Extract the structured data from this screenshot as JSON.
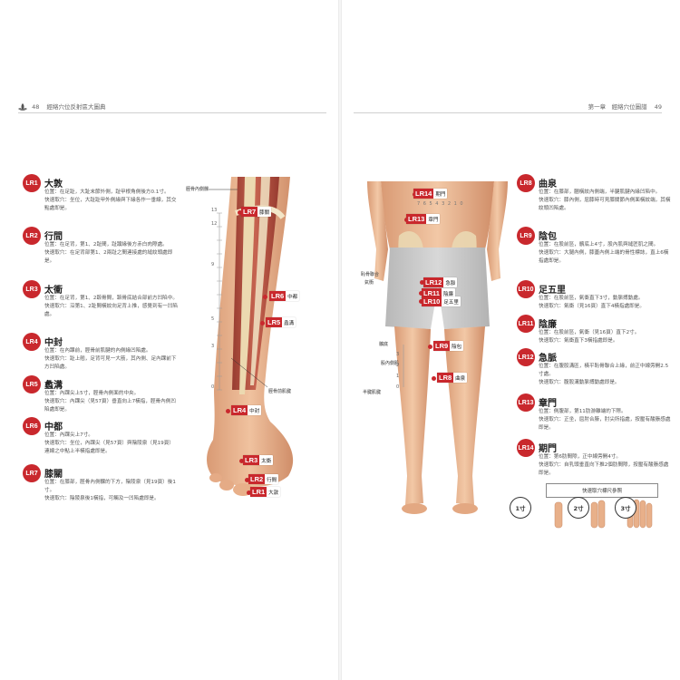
{
  "header": {
    "left_page_number": "48",
    "left_title": "經絡穴位反射區大圖典",
    "right_chapter": "第一章　經絡穴位圖譜",
    "right_page_number": "49"
  },
  "left_entries": [
    {
      "code": "LR1",
      "name": "大敦",
      "desc": "位置：在足趾，大趾末節外側，趾甲根角側後方0.1寸。\n快速取穴：坐位，大趾趾甲外側緣與下緣各作一垂線，其交點處即是。"
    },
    {
      "code": "LR2",
      "name": "行間",
      "desc": "位置：在足背，第1、2趾間，趾蹼緣後方赤白肉際處。\n快速取穴：在足背部第1、2兩趾之間連接處的縫紋頭處即是。"
    },
    {
      "code": "LR3",
      "name": "太衝",
      "desc": "位置：在足背，第1、2蹠骨間，蹠骨底結合部前方凹陷中。\n快速取穴：沿第1、2趾間橫紋向足背上推，感覺到有一凹陷處。"
    },
    {
      "code": "LR4",
      "name": "中封",
      "desc": "位置：在內踝前，脛骨前肌腱的內側緣凹陷處。\n快速取穴：趾上翹，足背可見一大筋，其內側、足內踝前下方凹陷處。"
    },
    {
      "code": "LR5",
      "name": "蠡溝",
      "desc": "位置：內踝尖上5寸，脛骨內側面的中央。\n快速取穴：內踝尖（見57頁）垂直向上7橫指，脛骨內側凹陷處即是。"
    },
    {
      "code": "LR6",
      "name": "中都",
      "desc": "位置：內踝尖上7寸。\n快速取穴：坐位，內踝尖（見57頁）與陰陵泉（見19頁）連線之中點上半橫指處即是。"
    },
    {
      "code": "LR7",
      "name": "膝關",
      "desc": "位置：在膝部，脛骨內側髁的下方，陰陵泉（見19頁）後1寸。\n快速取穴：陰陵泉後1橫指，可觸及一凹陷處即是。"
    }
  ],
  "right_entries": [
    {
      "code": "LR8",
      "name": "曲泉",
      "desc": "位置：在膝部，膕橫紋內側端，半腱肌腱內緣凹陷中。\n快速取穴：膝內側，屈膝時可見膝關節內側面橫紋端，其橫紋頭凹陷處。"
    },
    {
      "code": "LR9",
      "name": "陰包",
      "desc": "位置：在股前區，髕底上4寸，股內肌與縫匠肌之間。\n快速取穴：大腿內側，膝蓋內側上端的骨性標誌，直上6橫指處即是。"
    },
    {
      "code": "LR10",
      "name": "足五里",
      "desc": "位置：在股前區，氣衝直下3寸，動脈搏動處。\n快速取穴：氣衝（見16頁）直下4橫指處即是。"
    },
    {
      "code": "LR11",
      "name": "陰廉",
      "desc": "位置：在股前區，氣衝（見16頁）直下2寸。\n快速取穴：氣衝直下3橫指處即是。"
    },
    {
      "code": "LR12",
      "name": "急脈",
      "desc": "位置：在腹股溝區，橫平恥骨聯合上緣，前正中線旁開2.5寸處。\n快速取穴：腹股溝動脈搏動處即是。"
    },
    {
      "code": "LR13",
      "name": "章門",
      "desc": "位置：側腹部，第11肋游離端的下際。\n快速取穴：正坐，屈肘合腋，肘尖所指處，按壓有酸脹感處即是。"
    },
    {
      "code": "LR14",
      "name": "期門",
      "desc": "位置：第6肋間隙，正中線旁開4寸。\n快速取穴：自乳頭垂直向下推2個肋間隙，按壓有酸脹感處即是。"
    }
  ],
  "leg_tags": [
    {
      "code": "LR7",
      "name": "膝關"
    },
    {
      "code": "LR6",
      "name": "中都"
    },
    {
      "code": "LR5",
      "name": "蠡溝"
    },
    {
      "code": "LR4",
      "name": "中封"
    },
    {
      "code": "LR3",
      "name": "太衝"
    },
    {
      "code": "LR2",
      "name": "行間"
    },
    {
      "code": "LR1",
      "name": "大敦"
    }
  ],
  "leg_labels": {
    "top": "脛骨內側髁",
    "tendon": "脛骨前肌腱"
  },
  "leg_scale": [
    "13",
    "12",
    "9",
    "5",
    "3",
    "0"
  ],
  "body_tags": [
    {
      "code": "LR14",
      "name": "期門"
    },
    {
      "code": "LR13",
      "name": "章門"
    },
    {
      "code": "LR12",
      "name": "急脈"
    },
    {
      "code": "LR11",
      "name": "陰廉"
    },
    {
      "code": "LR10",
      "name": "足五里"
    },
    {
      "code": "LR9",
      "name": "陰包"
    },
    {
      "code": "LR8",
      "name": "曲泉"
    }
  ],
  "body_labels": {
    "ribs": "7 6 5 4 3 2 1 0",
    "pubic": "恥骨聯合",
    "qichong": "氣衝",
    "patella": "髕底",
    "gracilis": "股內側肌",
    "tendon": "半腱肌腱"
  },
  "body_scale": [
    "3",
    "2",
    "1",
    "0"
  ],
  "measure": {
    "title": "快速取穴標尺參照",
    "items": [
      "1寸",
      "2寸",
      "3寸"
    ]
  },
  "colors": {
    "accent": "#c9282d",
    "skin": "#e8b08a",
    "muscle": "#b5473a",
    "bone": "#e8d9b8",
    "shorts": "#c8c8c8"
  }
}
